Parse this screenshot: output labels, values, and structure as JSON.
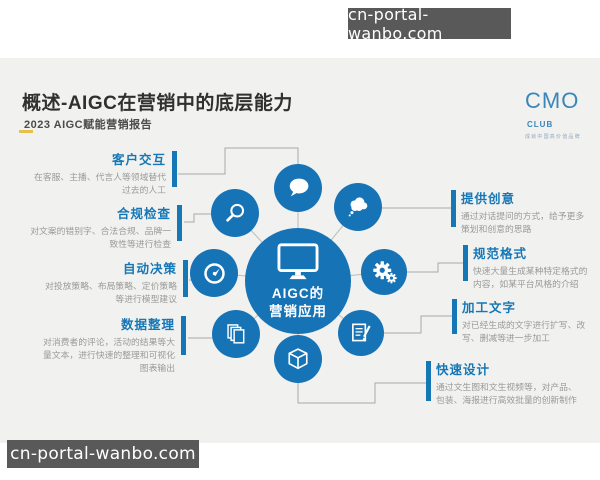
{
  "colors": {
    "primary_blue": "#1673b6",
    "label_blue": "#1577b6",
    "desc_gray": "#9a9a9a",
    "connector_gray": "#a9a9a9",
    "slide_bg": "#f1f1ef",
    "watermark_bg": "#59595a",
    "accent_gold": "#e6bf4e",
    "title_dark": "#303030"
  },
  "watermark": {
    "text": "cn-portal-wanbo.com"
  },
  "header": {
    "title": "概述-AIGC在营销中的底层能力",
    "subtitle": "2023 AIGC赋能营销报告"
  },
  "logo": {
    "brand": "CMO",
    "suffix": "CLUB",
    "tagline": "成就中国高价值品牌"
  },
  "center": {
    "icon": "monitor-icon",
    "label_line1": "AIGC的",
    "label_line2": "营销应用"
  },
  "capabilities": [
    {
      "side": "left",
      "title": "客户交互",
      "desc": "在客服、主播、代言人等领域替代过去的人工",
      "icon": "speech-bubble-icon"
    },
    {
      "side": "left",
      "title": "合规检查",
      "desc": "对文案的错别字、合法合规、品牌一致性等进行检查",
      "icon": "magnifier-icon"
    },
    {
      "side": "left",
      "title": "自动决策",
      "desc": "对投放策略、布局策略、定价策略等进行模型建议",
      "icon": "gauge-icon"
    },
    {
      "side": "left",
      "title": "数据整理",
      "desc": "对消费者的评论，活动的结果等大量文本，进行快速的整理和可视化图表输出",
      "icon": "documents-icon"
    },
    {
      "side": "right",
      "title": "提供创意",
      "desc": "通过对话提问的方式，给予更多策划和创意的思路",
      "icon": "thought-cloud-icon"
    },
    {
      "side": "right",
      "title": "规范格式",
      "desc": "快速大量生成某种特定格式的内容，如某平台风格的介绍",
      "icon": "gears-icon"
    },
    {
      "side": "right",
      "title": "加工文字",
      "desc": "对已经生成的文字进行扩写、改写、删减等进一步加工",
      "icon": "notepad-pencil-icon"
    },
    {
      "side": "right",
      "title": "快速设计",
      "desc": "通过文生图和文生视频等，对产品、包装、海报进行高效批量的创新制作",
      "icon": "cube-icon"
    }
  ]
}
